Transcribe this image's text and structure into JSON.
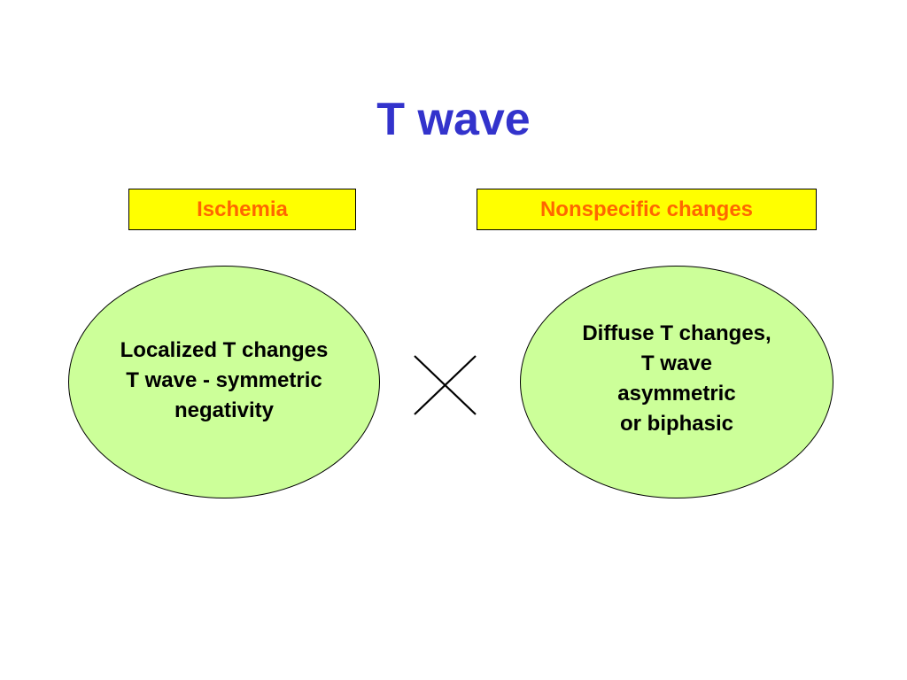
{
  "title": "T wave",
  "left": {
    "label": "Ischemia",
    "lines": [
      "Localized T changes",
      "T wave - symmetric",
      "negativity"
    ]
  },
  "right": {
    "label": "Nonspecific changes",
    "lines": [
      "Diffuse T changes,",
      "T wave",
      "asymmetric",
      "or biphasic"
    ]
  },
  "colors": {
    "title": "#3333cc",
    "label_fill": "#ffff00",
    "label_text": "#ff6600",
    "ellipse_fill": "#ccff99",
    "outline": "#000000"
  },
  "separator_icon": "cross-icon"
}
